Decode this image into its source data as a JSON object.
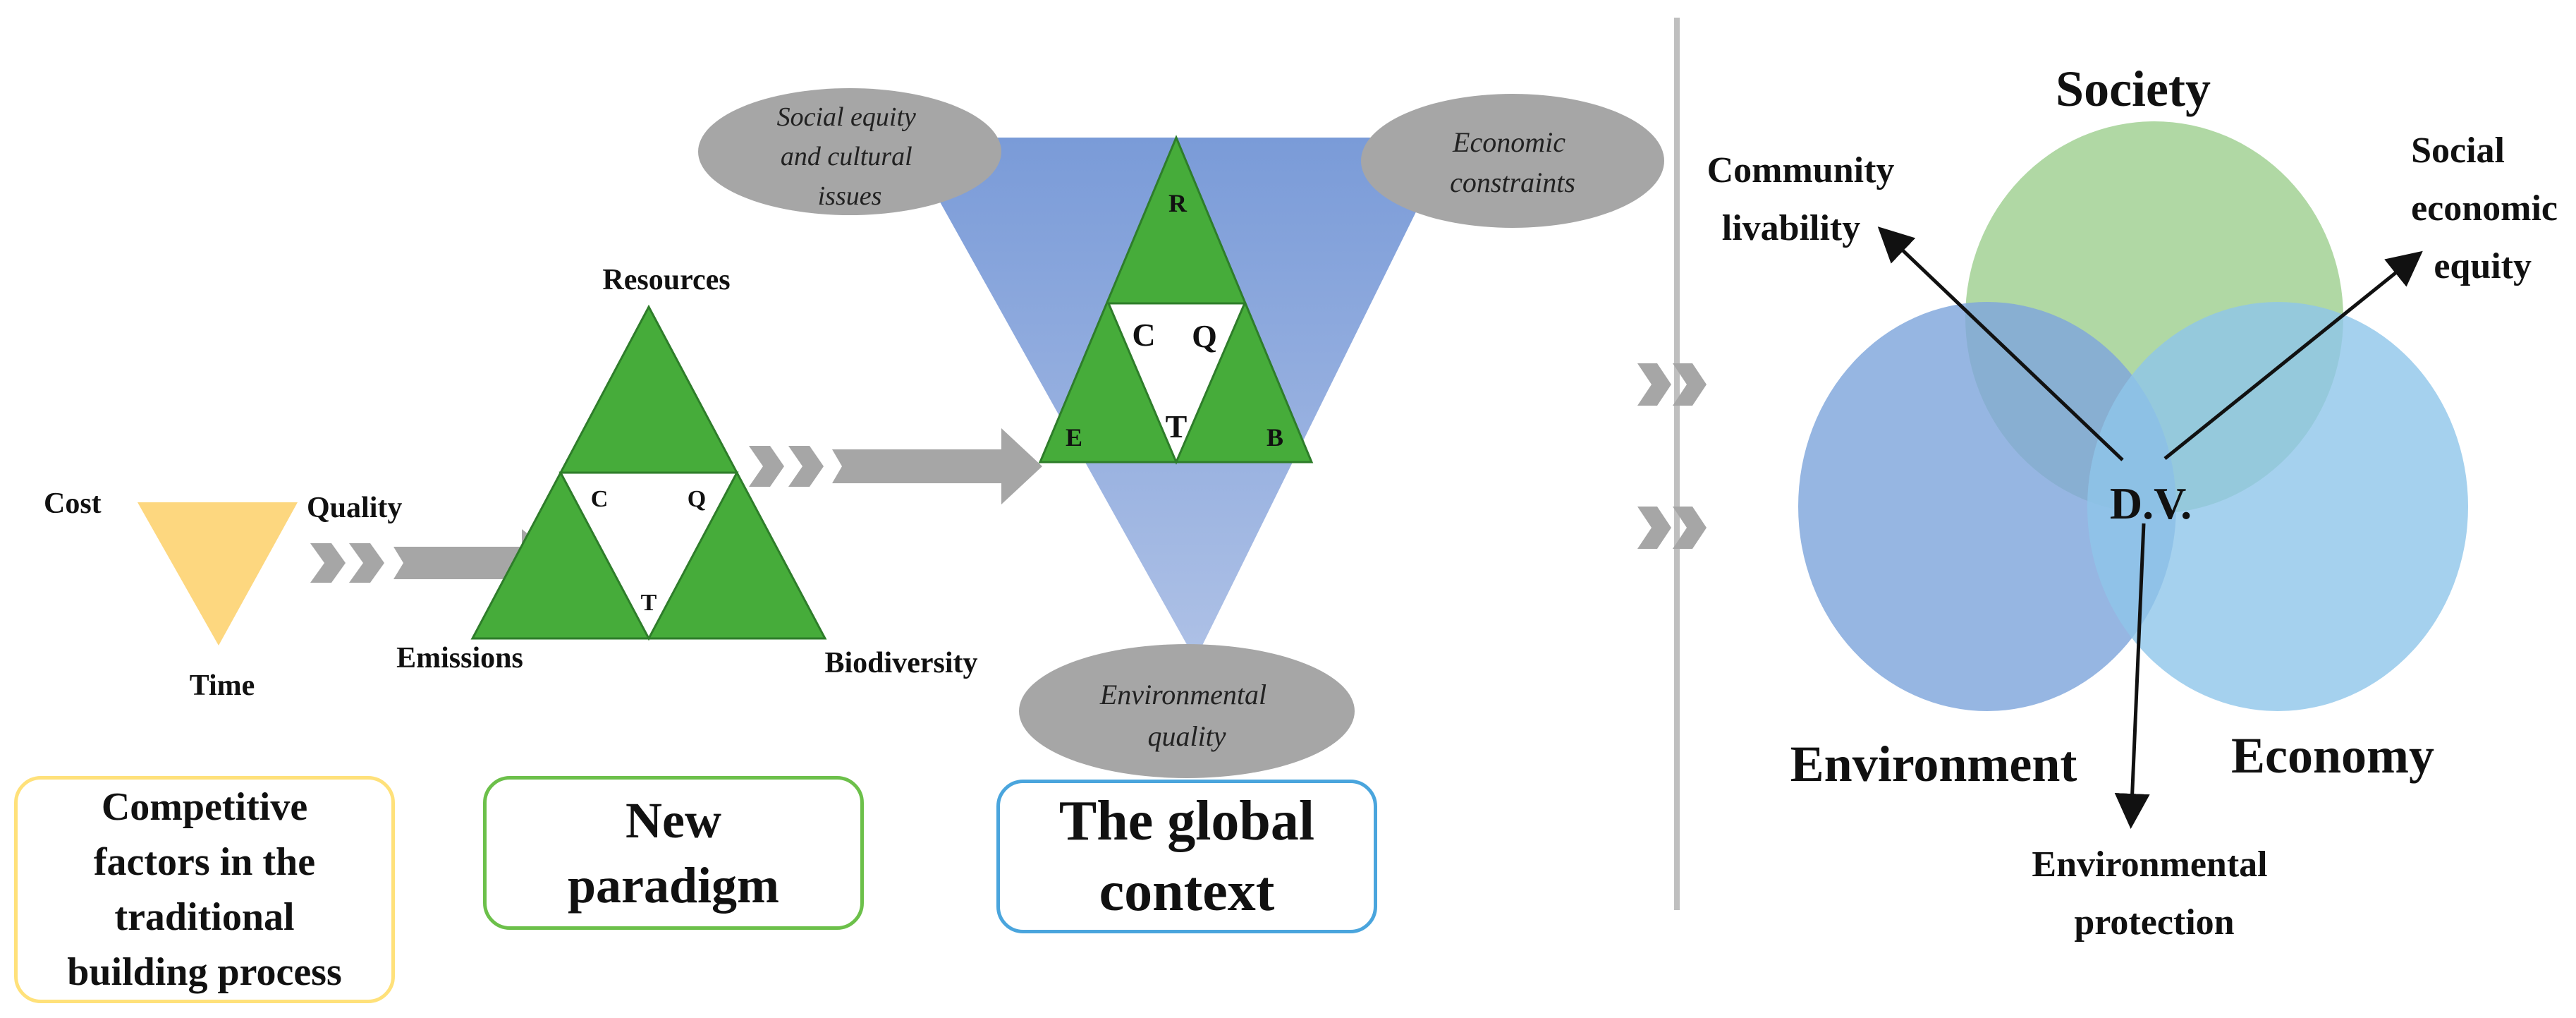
{
  "traditional": {
    "labels": {
      "cost": "Cost",
      "quality": "Quality",
      "time": "Time"
    },
    "caption": "Competitive factors in the traditional building process",
    "color": "#FDD77F"
  },
  "new_paradigm": {
    "labels": {
      "resources": "Resources",
      "emissions": "Emissions",
      "biodiversity": "Biodiversity"
    },
    "inner": {
      "c": "C",
      "q": "Q",
      "t": "T"
    },
    "caption": "New paradigm",
    "color": "#46AC3A"
  },
  "global_context": {
    "ellipses": {
      "social": "Social equity and cultural issues",
      "economic": "Economic constraints",
      "environmental": "Environmental quality"
    },
    "inner": {
      "r": "R",
      "e": "E",
      "b": "B",
      "c": "C",
      "q": "Q",
      "t": "T"
    },
    "caption": "The global context",
    "color": "#7F9FDA"
  },
  "venn": {
    "circles": {
      "society": "Society",
      "environment": "Environment",
      "economy": "Economy"
    },
    "center": "D.V.",
    "arrows": {
      "community": "Community livability",
      "social_economic": "Social economic equity",
      "environmental_protection": "Environmental protection"
    },
    "colors": {
      "society": "#A7D49A",
      "environment": "#8AAEDF",
      "economy": "#93C9EA"
    }
  },
  "colors": {
    "arrow_gray": "#A6A6A6",
    "divider": "#BFBFBF",
    "caption_yellow": "#FFE17A",
    "caption_green": "#6CC04A",
    "caption_blue": "#4AA5DD"
  }
}
